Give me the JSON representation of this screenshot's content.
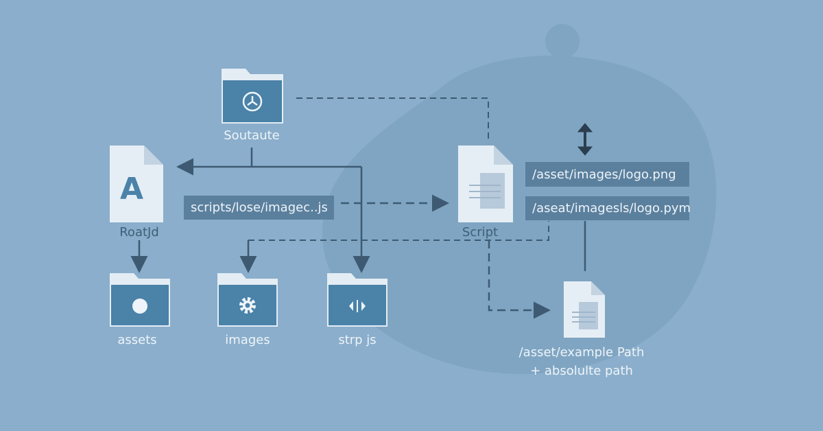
{
  "nodes": {
    "top_folder": {
      "label": "Soutaute",
      "icon": "clock-icon"
    },
    "root_doc": {
      "label": "RoatJd",
      "glyph": "A"
    },
    "script_doc": {
      "label": "Script"
    },
    "assets_folder": {
      "label": "assets",
      "icon": "apple-icon"
    },
    "images_folder": {
      "label": "images",
      "icon": "gear-icon"
    },
    "js_folder": {
      "label": "strp js",
      "icon": "code-icon"
    },
    "result_doc": {
      "label_line1": "/asset/example Path",
      "label_line2": "+ absolulte path"
    }
  },
  "path_boxes": {
    "scripts": "scripts/lose/imagec..js",
    "path1": "/asset/images/logo.png",
    "path2": "/aseat/imagesls/logo.pym"
  },
  "colors": {
    "background": "#8aaecb",
    "folder": "#4a82a8",
    "line": "#3d5a72",
    "box": "#5b809e"
  }
}
